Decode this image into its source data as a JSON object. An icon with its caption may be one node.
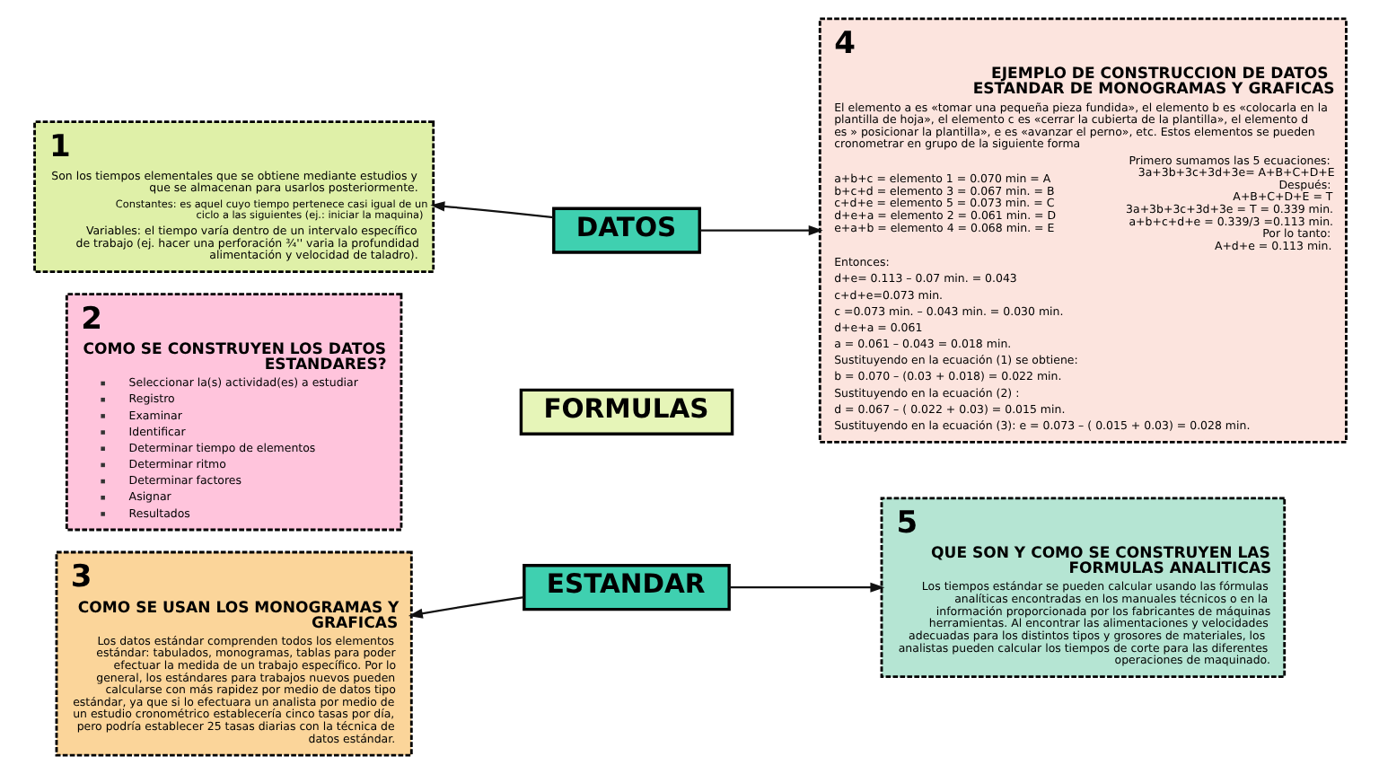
{
  "diagram": {
    "nodes": [
      {
        "text": [
          "1",
          "Son los tiempos elementales que se obtiene mediante estudios y que se almacenan para usarlos posteriormente.",
          "Constantes: es aquel cuyo tiempo pertenece casi igual de un ciclo a las siguientes (ej.: iniciar la maquina)",
          "Variables: el tiempo varía dentro de un intervalo específico de trabajo (ej. hacer una perforación ¾'' varia la profundidad alimentación y velocidad de taladro)."
        ]
      },
      {
        "text": [
          "2",
          "COMO SE CONSTRUYEN LOS DATOS ESTANDARES?",
          "Seleccionar la(s) actividad(es) a estudiar",
          "Registro",
          "Examinar",
          "Identificar",
          "Determinar tiempo de elementos",
          "Determinar ritmo",
          "Determinar factores",
          "Asignar",
          "Resultados"
        ]
      },
      {
        "text": [
          "3",
          "COMO SE USAN LOS MONOGRAMAS Y GRAFICAS",
          "Los datos estándar comprenden todos los elementos estándar: tabulados, monogramas, tablas para poder efectuar la medida de un trabajo específico. Por lo general, los estándares para trabajos nuevos pueden calcularse con más rapidez por medio de datos tipo estándar, ya que si lo efectuara un analista por medio de un estudio cronométrico establecería cinco tasas por día, pero podría establecer 25 tasas diarias con la técnica de datos estándar."
        ]
      },
      {
        "text": [
          "DATOS"
        ]
      },
      {
        "text": [
          "FORMULAS"
        ]
      },
      {
        "text": [
          "ESTANDAR"
        ]
      },
      {
        "text": [
          "4",
          "EJEMPLO DE CONSTRUCCION DE DATOS ESTANDAR DE MONOGRAMAS Y GRAFICAS",
          "El elemento a es «tomar una pequeña pieza fundida», el elemento b es «colocarla en la plantilla de hoja», el elemento c es «cerrar la cubierta de la plantilla», el elemento d es » posicionar la plantilla», e es «avanzar el perno», etc. Estos elementos se pueden cronometrar en grupo de la siguiente forma",
          "a+b+c = elemento 1 = 0.070 min = A",
          "b+c+d = elemento 3 = 0.067 min. = B",
          "c+d+e = elemento 5 = 0.073 min. = C",
          "d+e+a = elemento 2 = 0.061 min. = D",
          "e+a+b = elemento 4 = 0.068 min. = E",
          "Primero sumamos las 5 ecuaciones:",
          "3a+3b+3c+3d+3e= A+B+C+D+E",
          "Después:",
          "A+B+C+D+E = T",
          "3a+3b+3c+3d+3e = T = 0.339 min.",
          "a+b+c+d+e = 0.339/3 =0.113 min.",
          "Por lo tanto:",
          "A+d+e = 0.113 min.",
          "Entonces:",
          "d+e= 0.113 – 0.07 min. = 0.043",
          "c+d+e=0.073 min.",
          "c =0.073 min. – 0.043 min. = 0.030 min.",
          "d+e+a = 0.061",
          "a = 0.061 – 0.043 = 0.018 min.",
          "Sustituyendo en la ecuación (1) se obtiene:",
          "b = 0.070 – (0.03 + 0.018) = 0.022 min.",
          "Sustituyendo en la ecuación (2) :",
          "d = 0.067 – ( 0.022 + 0.03) = 0.015 min.",
          "Sustituyendo en la ecuación (3): e = 0.073 – ( 0.015 + 0.03) = 0.028 min."
        ]
      },
      {
        "text": [
          "5",
          "QUE SON Y COMO SE CONSTRUYEN LAS FORMULAS ANALITICAS",
          "Los tiempos estándar se pueden calcular usando las fórmulas analíticas encontradas en los manuales técnicos o en la información proporcionada por los fabricantes de máquinas herramientas. Al encontrar las alimentaciones y velocidades adecuadas para los distintos tipos y grosores de materiales, los analistas pueden calcular los tiempos de corte para las diferentes operaciones de maquinado."
        ]
      }
    ],
    "edges": [
      {
        "from": 3,
        "to": 0,
        "arrow": "to"
      },
      {
        "from": 3,
        "to": 6,
        "arrow": "to"
      },
      {
        "from": 5,
        "to": 2,
        "arrow": "to"
      },
      {
        "from": 5,
        "to": 7,
        "arrow": "to"
      }
    ]
  }
}
